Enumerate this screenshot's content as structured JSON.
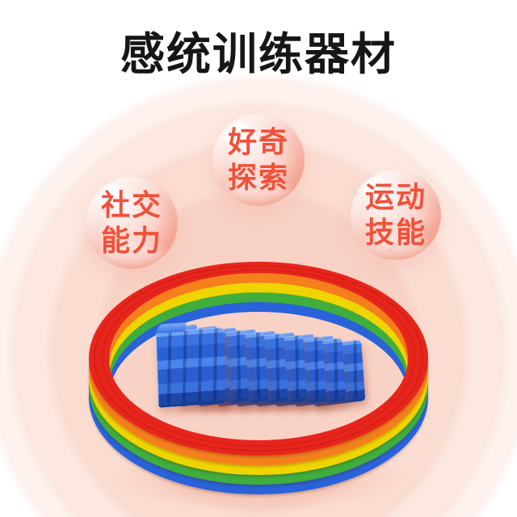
{
  "title": "感统训练器材",
  "bubbles": [
    {
      "name": "social-skills",
      "line1": "社交",
      "line2": "能力"
    },
    {
      "name": "curious-exploration",
      "line1": "好奇",
      "line2": "探索"
    },
    {
      "name": "motor-skills",
      "line1": "运动",
      "line2": "技能"
    }
  ],
  "product": {
    "name": "rainbow-sensory-rings-with-blue-track-clips",
    "hoops": [
      {
        "name": "blue",
        "color": "#2a62d9"
      },
      {
        "name": "green",
        "color": "#3fae3c"
      },
      {
        "name": "yellow",
        "color": "#f0d400"
      },
      {
        "name": "orange",
        "color": "#f57f1c"
      },
      {
        "name": "red",
        "color": "#e8251c"
      }
    ],
    "clip_count": 9,
    "has_detached_clip": true
  },
  "colors": {
    "title_text": "#161616",
    "bubble_text": "#f2503a",
    "bubble_fill": "#f8c0b2",
    "bg_inner": "#f8d2c5",
    "bg_mid": "#fadcd1",
    "bg_outer": "#fce8e0",
    "bg_edge": "#fdf2ee",
    "clip_blue": "#2f66d8"
  }
}
